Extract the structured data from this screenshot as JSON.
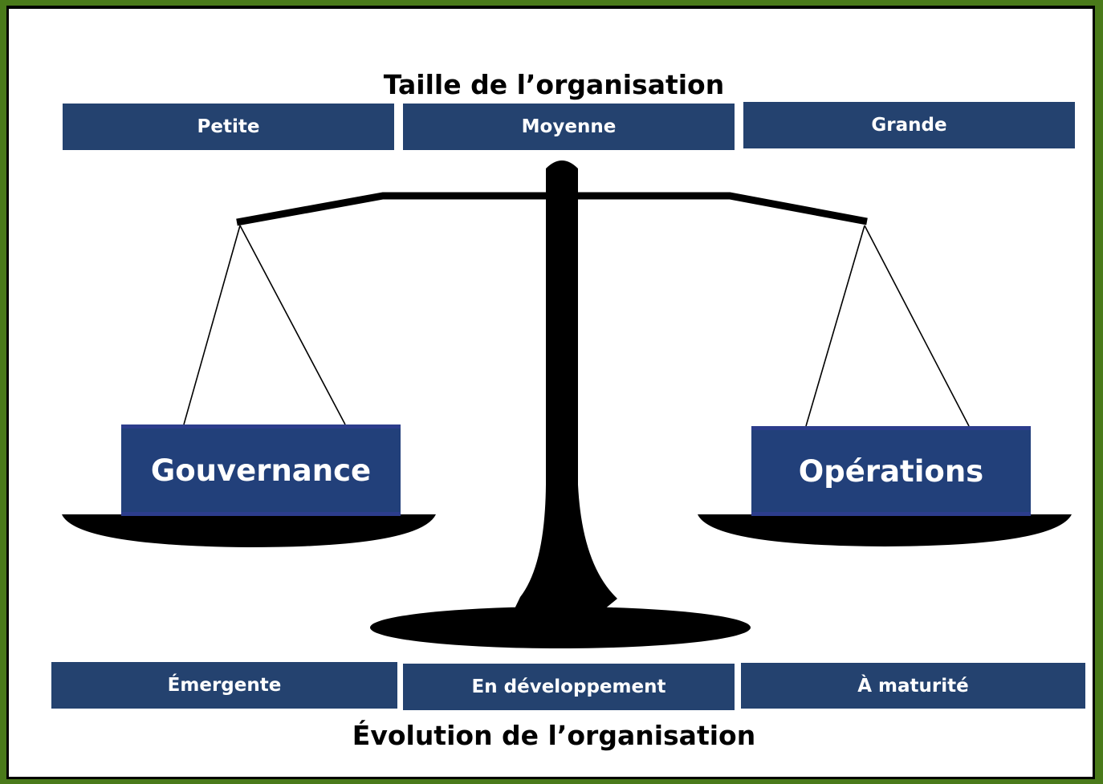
{
  "top": {
    "title": "Taille de l’organisation",
    "labels": [
      "Petite",
      "Moyenne",
      "Grande"
    ]
  },
  "pans": {
    "left": "Gouvernance",
    "right": "Opérations"
  },
  "bottom": {
    "title": "Évolution de l’organisation",
    "labels": [
      "Émergente",
      "En développement",
      "À maturité"
    ]
  },
  "colors": {
    "box_fill": "#24426f",
    "frame": "#4a7a1a",
    "scale": "#000000"
  }
}
